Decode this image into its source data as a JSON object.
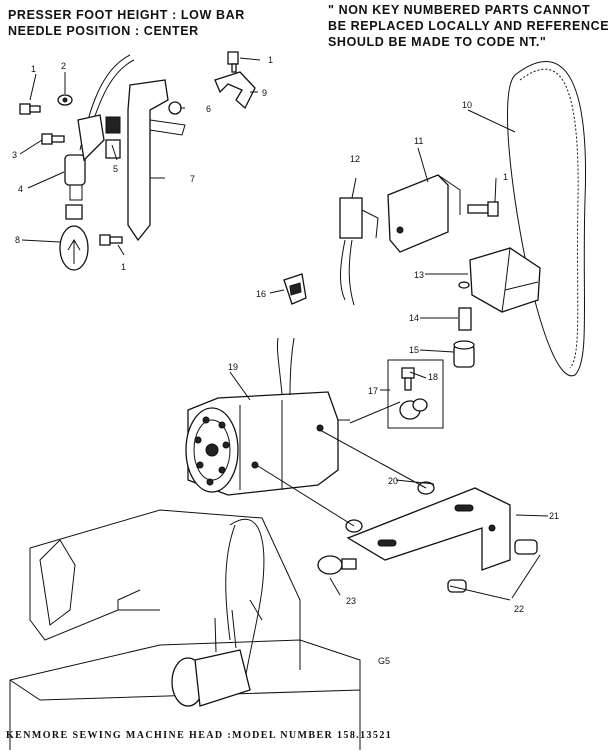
{
  "header": {
    "left_line1": "PRESSER FOOT HEIGHT : LOW BAR",
    "left_line2": "NEEDLE POSITION : CENTER",
    "note_line1": "\" NON KEY NUMBERED PARTS CANNOT",
    "note_line2": "BE REPLACED LOCALLY AND REFERENCE",
    "note_line3": "SHOULD BE MADE TO CODE NT.\""
  },
  "footer": "KENMORE SEWING MACHINE HEAD :MODEL NUMBER 158.13521",
  "sheet_code": "G5",
  "callouts": {
    "c1a": "1",
    "c2": "2",
    "c3": "3",
    "c4": "4",
    "c5": "5",
    "c6": "6",
    "c7": "7",
    "c8": "8",
    "c1b": "1",
    "c1c": "1",
    "c9": "9",
    "c10": "10",
    "c11": "11",
    "c1d": "1",
    "c12": "12",
    "c13": "13",
    "c14": "14",
    "c15": "15",
    "c16": "16",
    "c17": "17",
    "c18": "18",
    "c19": "19",
    "c20": "20",
    "c21": "21",
    "c22": "22",
    "c23": "23"
  }
}
